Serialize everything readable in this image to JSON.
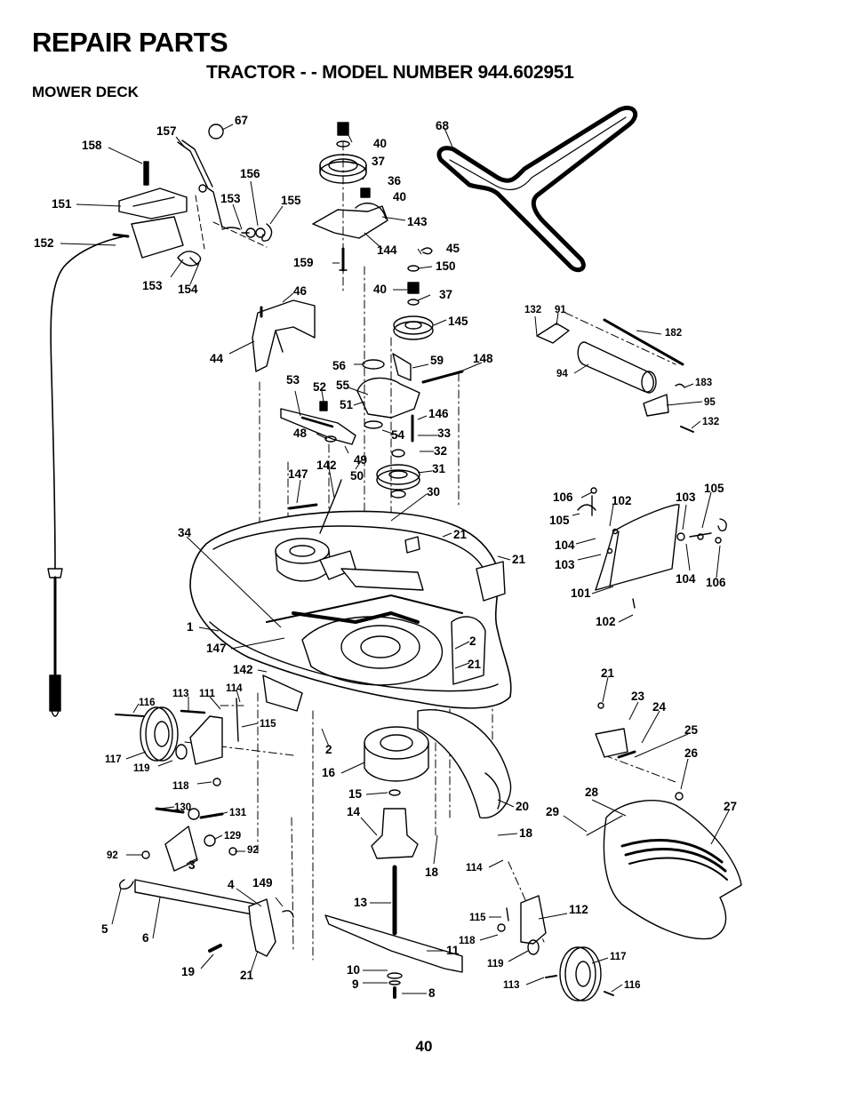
{
  "header": {
    "title": "REPAIR PARTS",
    "subtitle": "TRACTOR - - MODEL NUMBER 944.602951",
    "section": "MOWER DECK"
  },
  "page_number": "40",
  "callouts": [
    {
      "id": "c157",
      "text": "157"
    },
    {
      "id": "c67",
      "text": "67"
    },
    {
      "id": "c158",
      "text": "158"
    },
    {
      "id": "c156",
      "text": "156"
    },
    {
      "id": "c153a",
      "text": "153"
    },
    {
      "id": "c155",
      "text": "155"
    },
    {
      "id": "c151",
      "text": "151"
    },
    {
      "id": "c152",
      "text": "152"
    },
    {
      "id": "c153b",
      "text": "153"
    },
    {
      "id": "c154",
      "text": "154"
    },
    {
      "id": "c40a",
      "text": "40"
    },
    {
      "id": "c37a",
      "text": "37"
    },
    {
      "id": "c36",
      "text": "36"
    },
    {
      "id": "c40b",
      "text": "40"
    },
    {
      "id": "c143",
      "text": "143"
    },
    {
      "id": "c144",
      "text": "144"
    },
    {
      "id": "c45",
      "text": "45"
    },
    {
      "id": "c159",
      "text": "159"
    },
    {
      "id": "c150",
      "text": "150"
    },
    {
      "id": "c40c",
      "text": "40"
    },
    {
      "id": "c37b",
      "text": "37"
    },
    {
      "id": "c145",
      "text": "145"
    },
    {
      "id": "c68",
      "text": "68"
    },
    {
      "id": "c46",
      "text": "46"
    },
    {
      "id": "c44",
      "text": "44"
    },
    {
      "id": "c132a",
      "text": "132"
    },
    {
      "id": "c91",
      "text": "91"
    },
    {
      "id": "c182",
      "text": "182"
    },
    {
      "id": "c94",
      "text": "94"
    },
    {
      "id": "c183",
      "text": "183"
    },
    {
      "id": "c95",
      "text": "95"
    },
    {
      "id": "c132b",
      "text": "132"
    },
    {
      "id": "c56",
      "text": "56"
    },
    {
      "id": "c59",
      "text": "59"
    },
    {
      "id": "c148",
      "text": "148"
    },
    {
      "id": "c53",
      "text": "53"
    },
    {
      "id": "c52",
      "text": "52"
    },
    {
      "id": "c55",
      "text": "55"
    },
    {
      "id": "c51",
      "text": "51"
    },
    {
      "id": "c146",
      "text": "146"
    },
    {
      "id": "c48",
      "text": "48"
    },
    {
      "id": "c54",
      "text": "54"
    },
    {
      "id": "c33",
      "text": "33"
    },
    {
      "id": "c49",
      "text": "49"
    },
    {
      "id": "c32",
      "text": "32"
    },
    {
      "id": "c147a",
      "text": "147"
    },
    {
      "id": "c142a",
      "text": "142"
    },
    {
      "id": "c50",
      "text": "50"
    },
    {
      "id": "c31",
      "text": "31"
    },
    {
      "id": "c30",
      "text": "30"
    },
    {
      "id": "c34",
      "text": "34"
    },
    {
      "id": "c21a",
      "text": "21"
    },
    {
      "id": "c21b",
      "text": "21"
    },
    {
      "id": "c106a",
      "text": "106"
    },
    {
      "id": "c102a",
      "text": "102"
    },
    {
      "id": "c103a",
      "text": "103"
    },
    {
      "id": "c105a",
      "text": "105"
    },
    {
      "id": "c105b",
      "text": "105"
    },
    {
      "id": "c104a",
      "text": "104"
    },
    {
      "id": "c103b",
      "text": "103"
    },
    {
      "id": "c104b",
      "text": "104"
    },
    {
      "id": "c106b",
      "text": "106"
    },
    {
      "id": "c101",
      "text": "101"
    },
    {
      "id": "c102b",
      "text": "102"
    },
    {
      "id": "c1",
      "text": "1"
    },
    {
      "id": "c147b",
      "text": "147"
    },
    {
      "id": "c2a",
      "text": "2"
    },
    {
      "id": "c21c",
      "text": "21"
    },
    {
      "id": "c142b",
      "text": "142"
    },
    {
      "id": "c113a",
      "text": "113"
    },
    {
      "id": "c111",
      "text": "111"
    },
    {
      "id": "c114a",
      "text": "114"
    },
    {
      "id": "c116a",
      "text": "116"
    },
    {
      "id": "c115a",
      "text": "115"
    },
    {
      "id": "c117a",
      "text": "117"
    },
    {
      "id": "c119a",
      "text": "119"
    },
    {
      "id": "c118a",
      "text": "118"
    },
    {
      "id": "c2b",
      "text": "2"
    },
    {
      "id": "c16",
      "text": "16"
    },
    {
      "id": "c21d",
      "text": "21"
    },
    {
      "id": "c23",
      "text": "23"
    },
    {
      "id": "c24",
      "text": "24"
    },
    {
      "id": "c25",
      "text": "25"
    },
    {
      "id": "c26",
      "text": "26"
    },
    {
      "id": "c28",
      "text": "28"
    },
    {
      "id": "c27",
      "text": "27"
    },
    {
      "id": "c29",
      "text": "29"
    },
    {
      "id": "c130",
      "text": "130"
    },
    {
      "id": "c131",
      "text": "131"
    },
    {
      "id": "c129",
      "text": "129"
    },
    {
      "id": "c92a",
      "text": "92"
    },
    {
      "id": "c92b",
      "text": "92"
    },
    {
      "id": "c3",
      "text": "3"
    },
    {
      "id": "c15",
      "text": "15"
    },
    {
      "id": "c14",
      "text": "14"
    },
    {
      "id": "c20",
      "text": "20"
    },
    {
      "id": "c18a",
      "text": "18"
    },
    {
      "id": "c18b",
      "text": "18"
    },
    {
      "id": "c114b",
      "text": "114"
    },
    {
      "id": "c4",
      "text": "4"
    },
    {
      "id": "c149",
      "text": "149"
    },
    {
      "id": "c5",
      "text": "5"
    },
    {
      "id": "c6",
      "text": "6"
    },
    {
      "id": "c13",
      "text": "13"
    },
    {
      "id": "c115b",
      "text": "115"
    },
    {
      "id": "c112",
      "text": "112"
    },
    {
      "id": "c118b",
      "text": "118"
    },
    {
      "id": "c11",
      "text": "11"
    },
    {
      "id": "c119b",
      "text": "119"
    },
    {
      "id": "c117b",
      "text": "117"
    },
    {
      "id": "c19",
      "text": "19"
    },
    {
      "id": "c21e",
      "text": "21"
    },
    {
      "id": "c10",
      "text": "10"
    },
    {
      "id": "c9",
      "text": "9"
    },
    {
      "id": "c8",
      "text": "8"
    },
    {
      "id": "c113b",
      "text": "113"
    },
    {
      "id": "c116b",
      "text": "116"
    }
  ]
}
